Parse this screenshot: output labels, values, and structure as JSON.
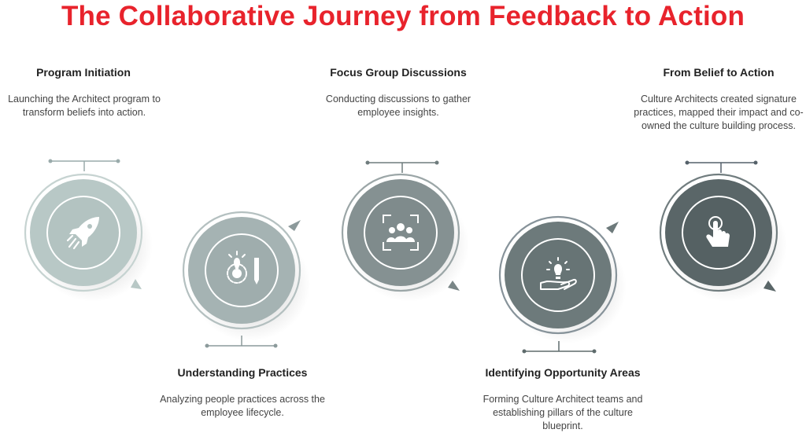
{
  "title": "The Collaborative Journey from Feedback to Action",
  "colors": {
    "title": "#e8232c",
    "step1": "#b8c8c6",
    "step2": "#a5b3b3",
    "step3": "#859192",
    "step4": "#6d7a7b",
    "step5": "#5a6668",
    "connector": "#7f8c8d"
  },
  "steps": [
    {
      "title": "Program Initiation",
      "description": "Launching the Architect program to transform beliefs into action.",
      "icon": "rocket-icon"
    },
    {
      "title": "Understanding Practices",
      "description": "Analyzing people practices across the employee lifecycle.",
      "icon": "idea-gear-pencil-icon"
    },
    {
      "title": "Focus Group Discussions",
      "description": "Conducting discussions to gather employee insights.",
      "icon": "focus-group-icon"
    },
    {
      "title": "Identifying Opportunity Areas",
      "description": "Forming Culture Architect teams and establishing pillars of the culture blueprint.",
      "icon": "idea-hand-icon"
    },
    {
      "title": "From Belief to Action",
      "description": "Culture Architects created signature practices, mapped their impact and co-owned the culture building process.",
      "icon": "touch-hand-icon"
    }
  ]
}
